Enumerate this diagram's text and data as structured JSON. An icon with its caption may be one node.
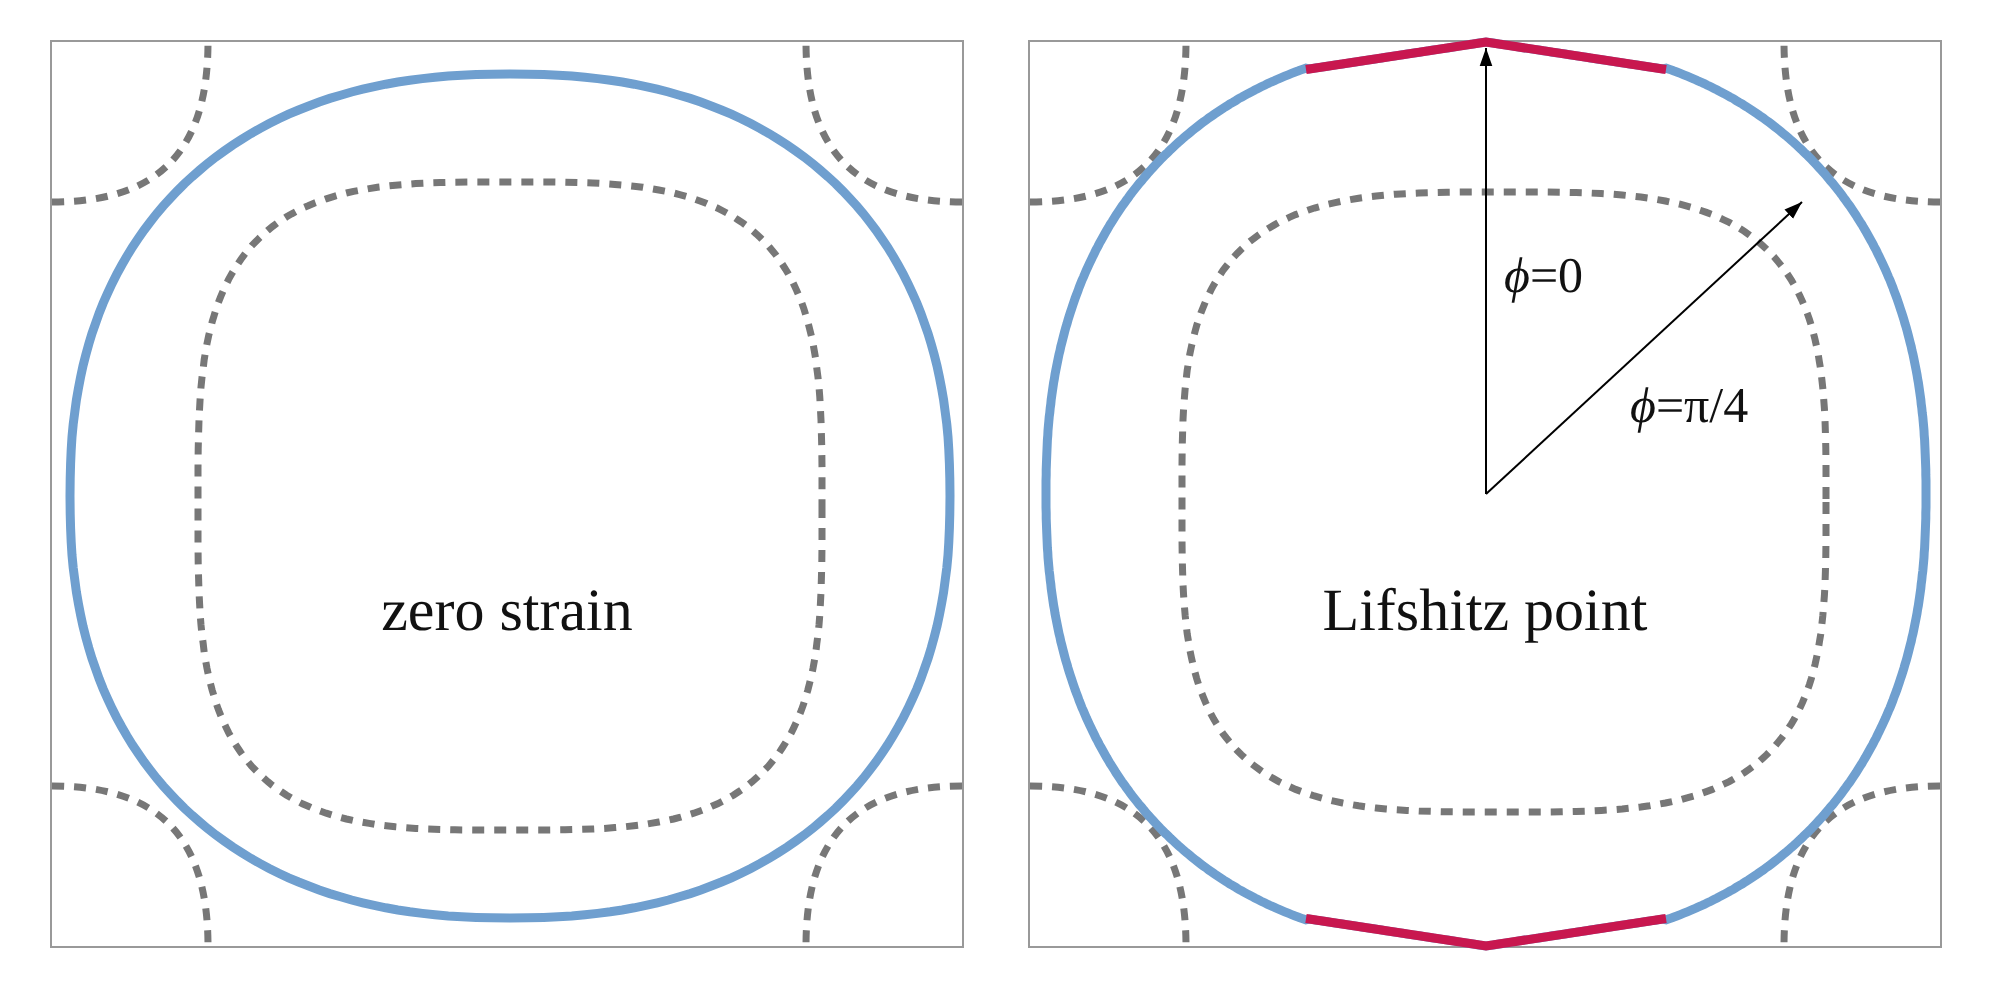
{
  "diagram": {
    "nodes": [
      {
        "text": [
          "zero strain"
        ]
      },
      {
        "text": [
          "Lifshitz point"
        ]
      }
    ],
    "labels": [
      "*ϕ*=0",
      "*ϕ*=π/4"
    ]
  }
}
